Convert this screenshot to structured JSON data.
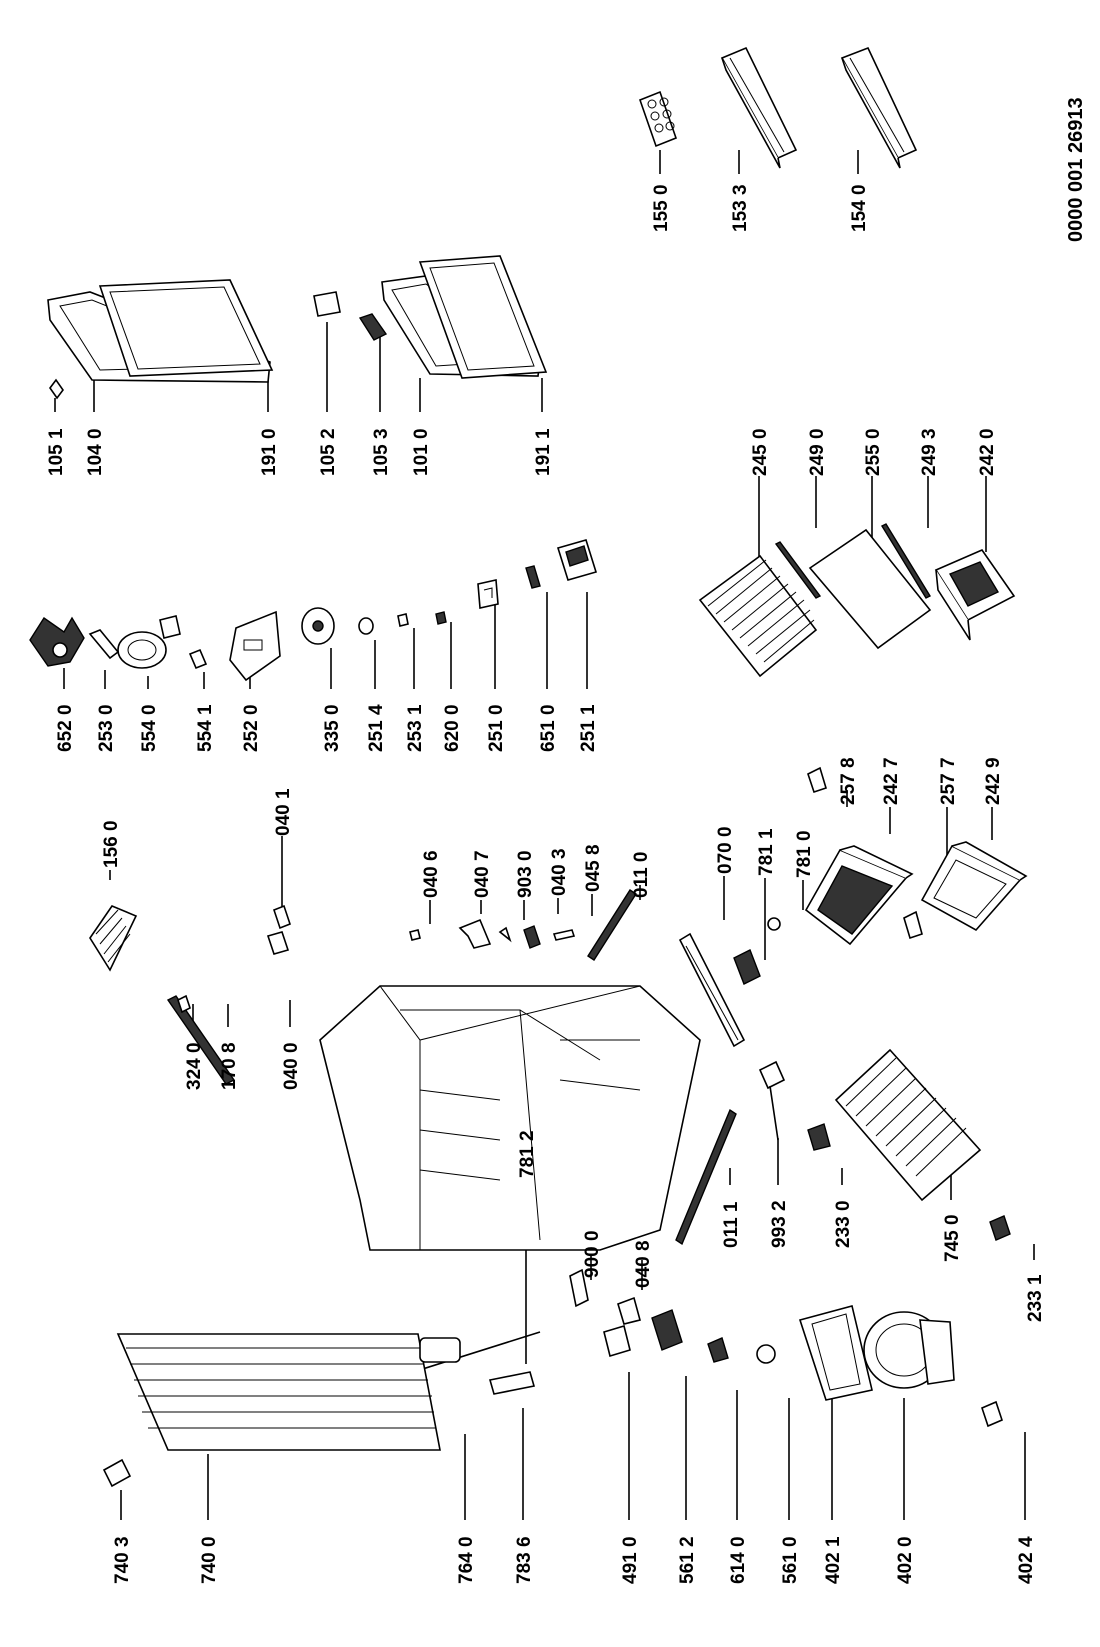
{
  "document_number": "0000 001 26913",
  "callouts": [
    "155 0",
    "153 3",
    "154 0",
    "105 1",
    "104 0",
    "191 0",
    "105 2",
    "105 3",
    "101 0",
    "191 1",
    "245 0",
    "249 0",
    "255 0",
    "249 3",
    "242 0",
    "652 0",
    "253 0",
    "554 0",
    "554 1",
    "252 0",
    "335 0",
    "251 4",
    "253 1",
    "620 0",
    "251 0",
    "651 0",
    "251 1",
    "156 0",
    "040 1",
    "040 6",
    "040 7",
    "903 0",
    "040 3",
    "045 8",
    "011 0",
    "070 0",
    "781 1",
    "781 0",
    "257 8",
    "242 7",
    "257 7",
    "242 9",
    "324 0",
    "170 8",
    "040 0",
    "781 2",
    "900 0",
    "040 8",
    "011 1",
    "993 2",
    "233 0",
    "745 0",
    "233 1",
    "740 3",
    "740 0",
    "764 0",
    "783 6",
    "491 0",
    "561 2",
    "614 0",
    "561 0",
    "402 1",
    "402 0",
    "402 4"
  ]
}
